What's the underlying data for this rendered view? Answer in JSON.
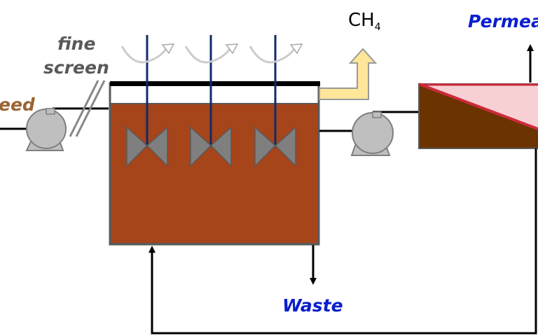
{
  "labels": {
    "feed": "eed",
    "fine_screen_line1": "fine",
    "fine_screen_line2": "screen",
    "gas_main": "CH",
    "gas_subscript": "4",
    "permeate": "Permea",
    "waste": "Waste"
  },
  "colors": {
    "feed": "#9a6432",
    "fine_screen": "#595959",
    "permeate": "#0a1ecc",
    "waste": "#0a1ecc",
    "sludge": "#a6441a",
    "membrane_retentate": "#6b3300",
    "membrane_permeate": "#f7d0d4",
    "membrane_line": "#cc2a3a",
    "biogas": "#ffe699",
    "biogas_edge": "#999999",
    "pump": "#bfbfbf",
    "pump_edge": "#7f7f7f",
    "mixer": "#7f7f7f",
    "shaft": "#0d2b6b",
    "pipe": "#000000",
    "tank_edge": "#5a5a5a"
  },
  "components": {
    "mixer_count": 3,
    "pumps": [
      "feed-pump",
      "recirculation-pump"
    ]
  }
}
